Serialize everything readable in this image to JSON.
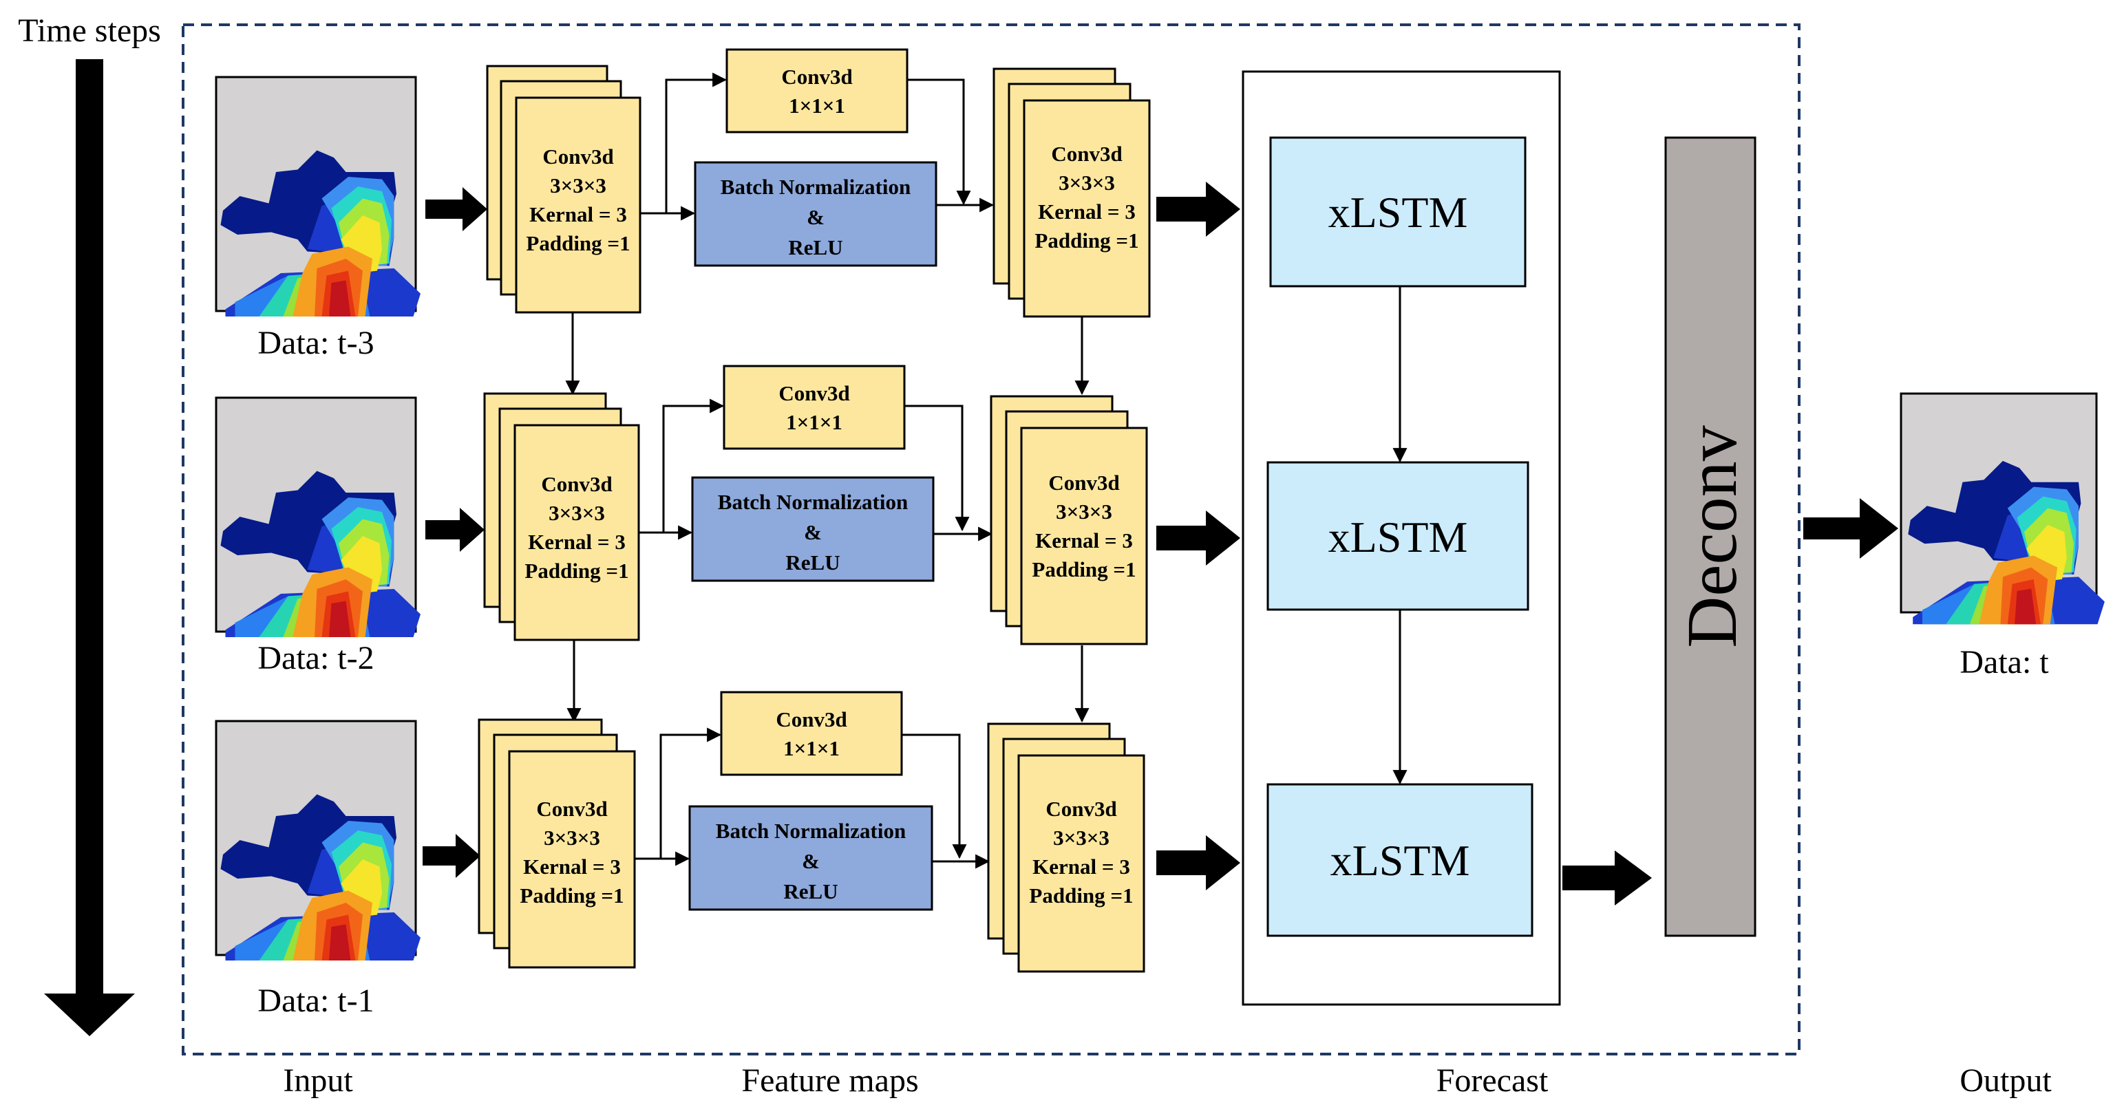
{
  "time_label": "Time steps",
  "sections": {
    "input": "Input",
    "feature_maps": "Feature maps",
    "forecast": "Forecast",
    "output": "Output"
  },
  "inputs": [
    {
      "label": "Data: t-3"
    },
    {
      "label": "Data: t-2"
    },
    {
      "label": "Data: t-1"
    }
  ],
  "output": {
    "label": "Data: t"
  },
  "conv3x3": [
    "Conv3d",
    "3×3×3",
    "Kernal = 3",
    "Padding =1"
  ],
  "conv1x1": [
    "Conv3d",
    "1×1×1"
  ],
  "bn": [
    "Batch Normalization",
    "&",
    "ReLU"
  ],
  "xlstm_label": "xLSTM",
  "deconv_label": "Deconv",
  "colors": {
    "map_bg": "#d4d2d3",
    "conv_fill": "#fde79f",
    "bn_fill": "#8ea9db",
    "xlstm_fill": "#ccecfc",
    "deconv_fill": "#b0aaa8",
    "border": "#1f3864"
  },
  "icons": [
    "temperature-map-thumbnail",
    "flow-arrow-icon",
    "time-arrow-icon"
  ]
}
